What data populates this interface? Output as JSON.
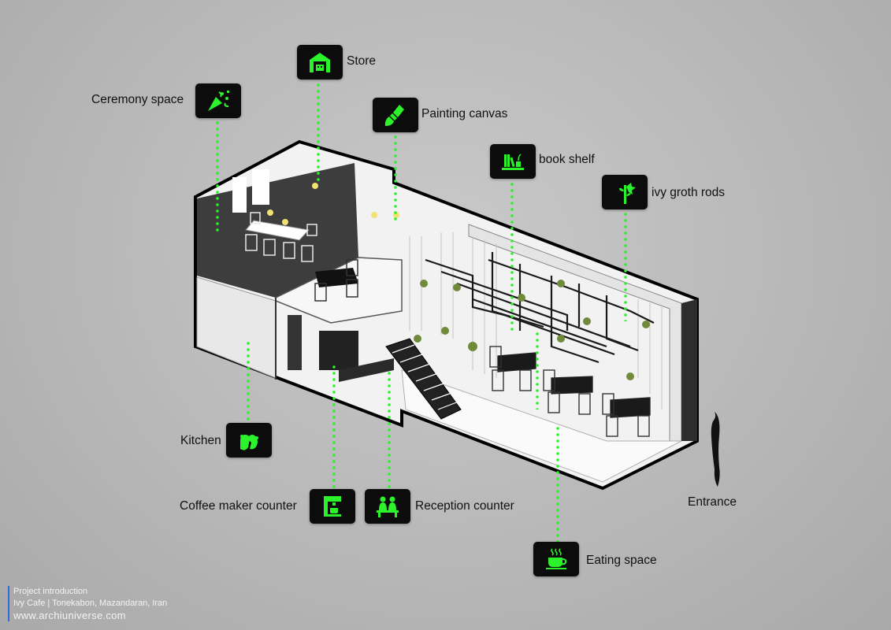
{
  "labels": {
    "store": "Store",
    "ceremony": "Ceremony space",
    "painting": "Painting canvas",
    "bookshelf": "book shelf",
    "ivy": "ivy groth rods",
    "kitchen": "Kitchen",
    "coffee": "Coffee maker counter",
    "reception": "Reception counter",
    "eating": "Eating space",
    "entrance": "Entrance"
  },
  "footer": {
    "line1": "Project introduction",
    "line2": "Ivy Cafe | Tonekabon, Mazandaran, Iran",
    "url": "www.archiuniverse.com"
  },
  "colors": {
    "accent": "#2bf22b",
    "badge": "#0c0c0c",
    "dark_room": "#3d3d3d"
  },
  "icons": [
    "warehouse-icon",
    "party-popper-icon",
    "paint-brush-icon",
    "bookshelf-icon",
    "ivy-rod-icon",
    "oven-mitts-icon",
    "coffee-machine-icon",
    "reception-icon",
    "coffee-cup-icon"
  ]
}
